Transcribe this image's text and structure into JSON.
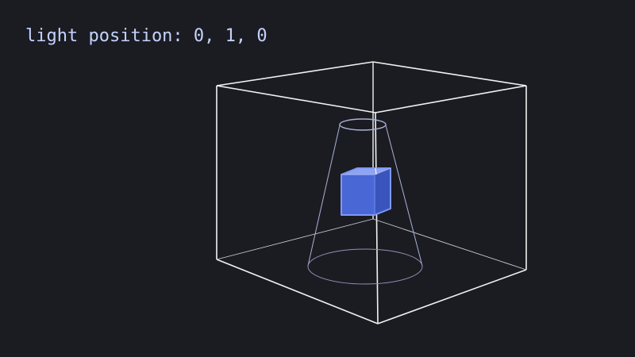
{
  "light_position": {
    "label": "light position: ",
    "x": 0,
    "y": 1,
    "z": 0,
    "display": "light position: 0, 1, 0"
  },
  "colors": {
    "background": "#1b1c22",
    "text": "#c5d2ff",
    "room_edges": "#f2f2f2",
    "spotlight_cone": "#a9b2d6",
    "cube_front": "#4a67d6",
    "cube_top": "#8ea4f0",
    "cube_side": "#3a54bd",
    "cube_outline": "#7f98f5"
  },
  "icons": {
    "light": "spotlight-icon",
    "object": "cube-icon"
  }
}
